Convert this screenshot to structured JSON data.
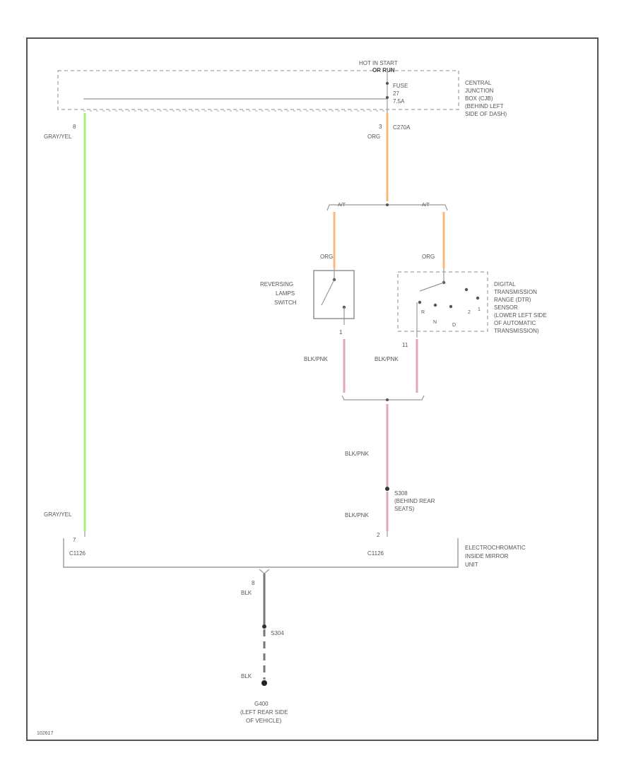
{
  "colors": {
    "gray_yel": "#a6f07a",
    "org": "#f8b87c",
    "blk_pnk": "#e0a8b8",
    "blk": "#777777",
    "frame": "#555555"
  },
  "fuse_block": {
    "hot_label": "HOT IN START",
    "hot_label2": "OR RUN",
    "fuse_line1": "FUSE",
    "fuse_line2": "27",
    "fuse_line3": "7.5A",
    "name": [
      "CENTRAL",
      "JUNCTION",
      "BOX (CJB)",
      "(BEHIND LEFT",
      "SIDE OF DASH)"
    ]
  },
  "connectors": {
    "left_pin": "8",
    "right_pin": "3",
    "right_conn": "C270A"
  },
  "wires": {
    "gray_yel_top": "GRAY/YEL",
    "org_top": "ORG",
    "org_left": "ORG",
    "org_right": "ORG",
    "branch_left": "A/T",
    "branch_right": "A/T",
    "blk_pnk_left": "BLK/PNK",
    "blk_pnk_right": "BLK/PNK",
    "blk_pnk_mid": "BLK/PNK",
    "blk_pnk_bottom": "BLK/PNK",
    "gray_yel_bottom": "GRAY/YEL",
    "blk_upper": "BLK",
    "blk_lower": "BLK"
  },
  "reversing_switch": {
    "name": [
      "REVERSING",
      "LAMPS",
      "SWITCH"
    ],
    "pin": "1"
  },
  "dtr_sensor": {
    "name": [
      "DIGITAL",
      "TRANSMISSION",
      "RANGE (DTR)",
      "SENSOR",
      "(LOWER LEFT SIDE",
      "OF AUTOMATIC",
      "TRANSMISSION)"
    ],
    "pin": "11",
    "positions": [
      "R",
      "N",
      "D",
      "2",
      "1"
    ]
  },
  "splice": {
    "id": "S308",
    "desc": [
      "(BEHIND REAR",
      "SEATS)"
    ]
  },
  "mirror": {
    "left_pin": "7",
    "right_pin": "2",
    "left_conn": "C1126",
    "right_conn": "C1126",
    "bottom_pin": "8",
    "name": [
      "ELECTROCHROMATIC",
      "INSIDE MIRROR",
      "UNIT"
    ]
  },
  "ground": {
    "splice": "S304",
    "id": "G400",
    "desc": [
      "(LEFT REAR SIDE",
      "OF VEHICLE)"
    ]
  },
  "footer_code": "102617"
}
